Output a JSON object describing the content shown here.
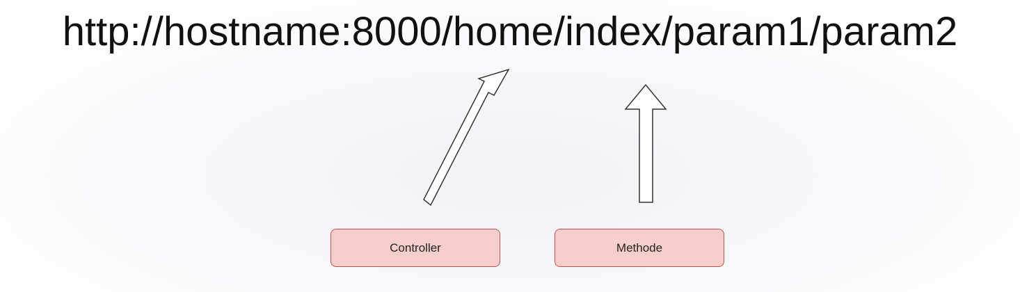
{
  "url": "http://hostname:8000/home/index/param1/param2",
  "boxes": {
    "controller": "Controller",
    "method": "Methode"
  },
  "colors": {
    "box_fill": "#f8cecc",
    "box_border": "#b85450",
    "arrow_fill": "#ffffff",
    "arrow_stroke": "#333333",
    "text": "#111111"
  }
}
